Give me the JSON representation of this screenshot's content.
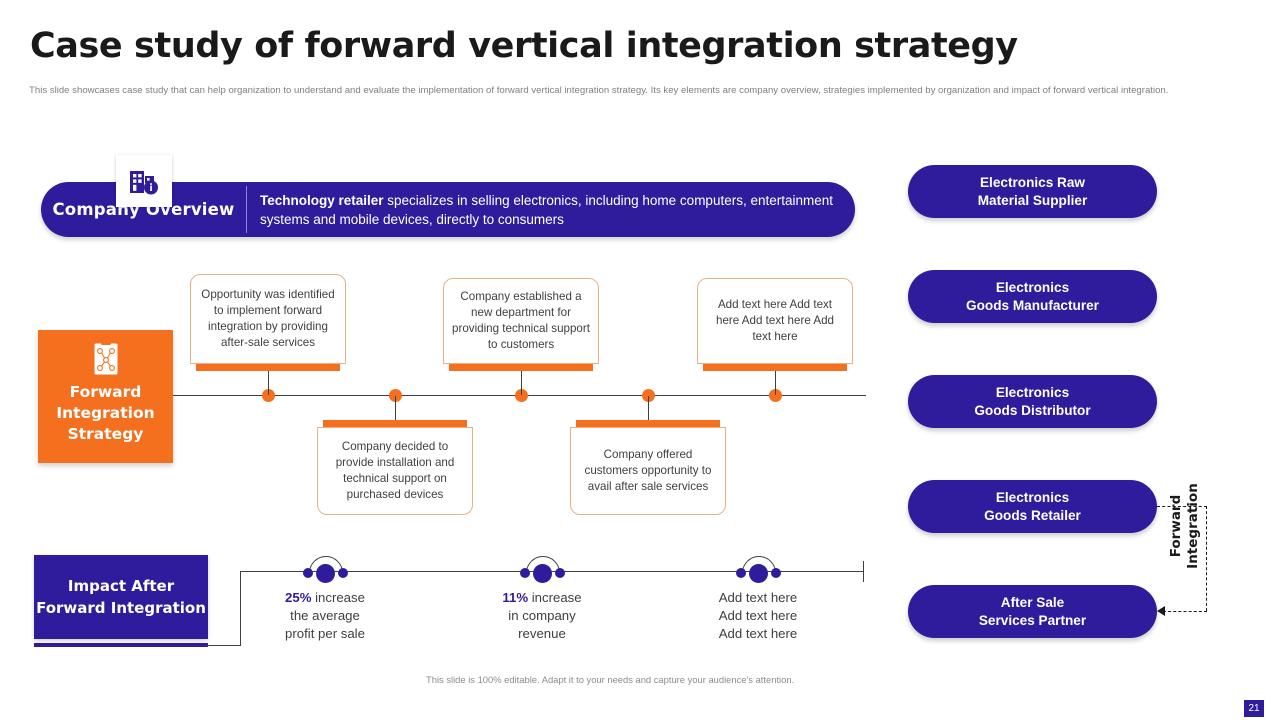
{
  "header": {
    "title": "Case study of forward vertical integration strategy",
    "subtitle": "This slide showcases case study that can help organization to understand and evaluate the implementation of forward vertical integration strategy. Its key elements are company overview, strategies implemented by organization and impact of forward vertical integration."
  },
  "company_overview": {
    "label": "Company Overview",
    "icon": "building-info-icon",
    "text_bold": "Technology retailer",
    "text_rest": " specializes in selling electronics, including home computers, entertainment systems and mobile devices, directly to consumers"
  },
  "strategy": {
    "label": "Forward Integration Strategy",
    "icon": "clipboard-strategy-icon",
    "cards": [
      {
        "position": "up",
        "text": "Opportunity was identified to implement forward integration by providing after-sale services"
      },
      {
        "position": "down",
        "text": "Company decided to provide installation and technical support on purchased devices"
      },
      {
        "position": "up",
        "text": "Company established a new department for providing technical support to customers"
      },
      {
        "position": "down",
        "text": "Company offered customers opportunity to avail after sale services"
      },
      {
        "position": "up",
        "text": "Add text here Add text here Add text here Add text here"
      }
    ],
    "dot_count": 5
  },
  "impact": {
    "label": "Impact After Forward Integration",
    "items": [
      {
        "stat": "25%",
        "rest_line1": " increase",
        "line2": "the average",
        "line3": "profit per sale"
      },
      {
        "stat": "11%",
        "rest_line1": " increase",
        "line2": "in company",
        "line3": "revenue"
      },
      {
        "stat": "",
        "rest_line1": "Add text here",
        "line2": "Add text here",
        "line3": "Add text here"
      }
    ]
  },
  "chain": {
    "boxes": [
      {
        "line1": "Electronics Raw",
        "line2": "Material Supplier"
      },
      {
        "line1": "Electronics",
        "line2": "Goods Manufacturer"
      },
      {
        "line1": "Electronics",
        "line2": "Goods Distributor"
      },
      {
        "line1": "Electronics",
        "line2": "Goods Retailer"
      },
      {
        "line1": "After Sale",
        "line2": "Services Partner"
      }
    ],
    "forward_label_line1": "Forward",
    "forward_label_line2": "Integration"
  },
  "footer": {
    "note": "This slide is 100% editable. Adapt it to your needs and capture your audience's attention.",
    "page_number": "21"
  },
  "colors": {
    "purple": "#2e1c9c",
    "orange": "#f4701f",
    "card_border": "#e8b183",
    "text_gray": "#3f3f3f"
  }
}
